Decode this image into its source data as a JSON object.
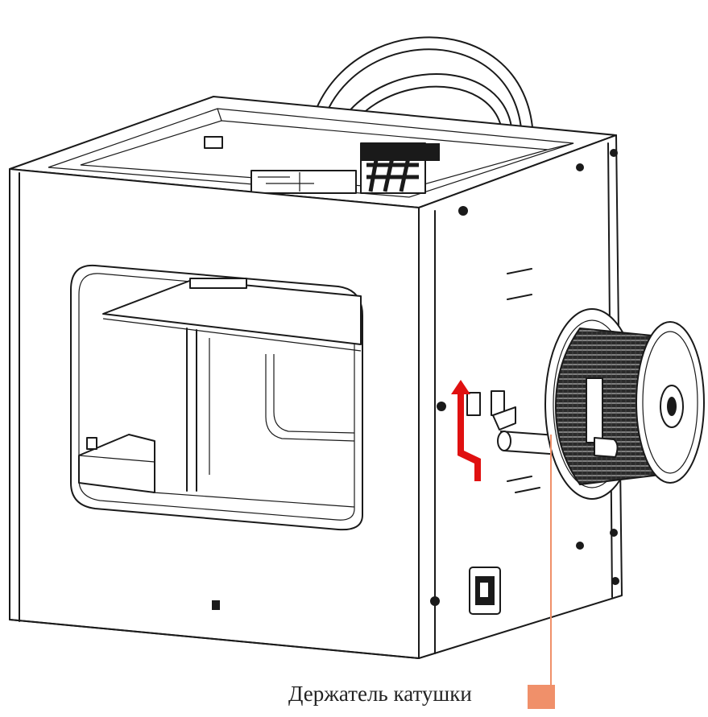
{
  "diagram": {
    "subject": "3d-printer-side-view",
    "callout": {
      "label": "Держатель катушки",
      "target": "spool-holder"
    },
    "colors": {
      "line": "#1a1a1a",
      "arrow": "#e01010",
      "callout": "#f0906a",
      "background": "#ffffff"
    }
  }
}
